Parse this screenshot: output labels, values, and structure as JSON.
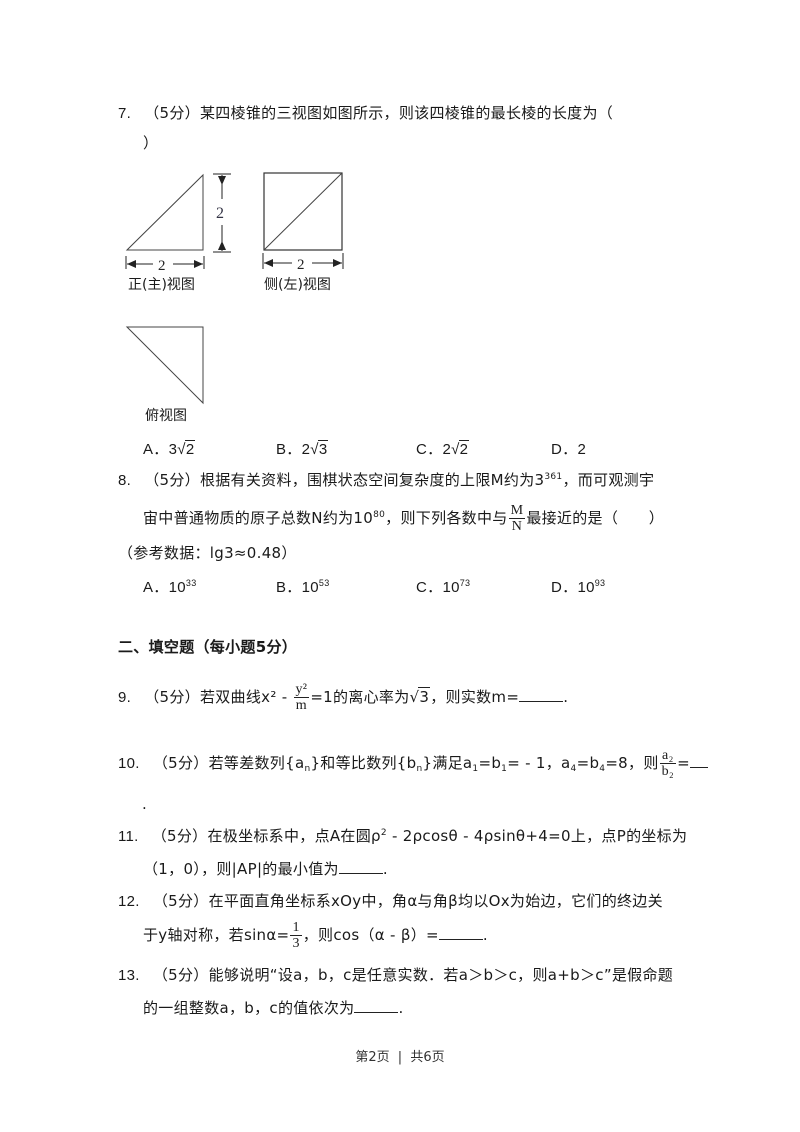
{
  "q7": {
    "number": "7.",
    "score": "（5分）",
    "stem": "某四棱锥的三视图如图所示，则该四棱锥的最长棱的长度为（",
    "stem_close": "）",
    "figures": {
      "front_view_label": "正(主)视图",
      "side_view_label": "侧(左)视图",
      "top_view_label": "俯视图",
      "front_width": "2",
      "front_height": "2",
      "side_width": "2"
    },
    "options": [
      {
        "letter": "A．",
        "coef": "3",
        "radicand": "2"
      },
      {
        "letter": "B．",
        "coef": "2",
        "radicand": "3"
      },
      {
        "letter": "C．",
        "coef": "2",
        "radicand": "2"
      },
      {
        "letter": "D．",
        "value": "2"
      }
    ]
  },
  "q8": {
    "number": "8.",
    "score": "（5分）",
    "line1_a": "根据有关资料，围棋状态空间复杂度的上限M约为3",
    "line1_exp": "361",
    "line1_b": "，而可观测宇",
    "line2_a": "宙中普通物质的原子总数N约为10",
    "line2_exp": "80",
    "line2_b": "，则下列各数中与",
    "frac_num": "M",
    "frac_den": "N",
    "line2_c": "最接近的是（　　）",
    "reference": "（参考数据：lg3≈0.48）",
    "options": [
      {
        "letter": "A．",
        "base": "10",
        "exp": "33"
      },
      {
        "letter": "B．",
        "base": "10",
        "exp": "53"
      },
      {
        "letter": "C．",
        "base": "10",
        "exp": "73"
      },
      {
        "letter": "D．",
        "base": "10",
        "exp": "93"
      }
    ]
  },
  "section2": {
    "heading": "二、填空题（每小题5分）"
  },
  "q9": {
    "number": "9.",
    "score": "（5分）",
    "text_a": "若双曲线x² - ",
    "frac_num": "y²",
    "frac_den": "m",
    "text_b": "=1的离心率为",
    "radicand": "3",
    "text_c": "，则实数m=",
    "end": "."
  },
  "q10": {
    "number": "10.",
    "score": "（5分）",
    "text_a": "若等差数列{a",
    "sub_n1": "n",
    "text_b": "}和等比数列{b",
    "sub_n2": "n",
    "text_c": "}满足a",
    "text_d": "=b",
    "text_e": "= - 1，a",
    "text_f": "=b",
    "text_g": "=8，则",
    "sub1": "1",
    "sub4": "4",
    "frac_num": "a₂",
    "frac_den": "b₂",
    "text_h": "=",
    "end": "."
  },
  "q11": {
    "number": "11.",
    "score": "（5分）",
    "line1_a": "在极坐标系中，点A在圆ρ",
    "line1_exp": "2",
    "line1_b": " - 2ρcosθ - 4ρsinθ+4=0上，点P的坐标为",
    "line2_a": "（1，0），则|AP|的最小值为",
    "end": "."
  },
  "q12": {
    "number": "12.",
    "score": "（5分）",
    "line1": "在平面直角坐标系xOy中，角α与角β均以Ox为始边，它们的终边关",
    "line2_a": "于y轴对称，若sinα=",
    "frac_num": "1",
    "frac_den": "3",
    "line2_b": "，则cos（α - β）=",
    "end": "."
  },
  "q13": {
    "number": "13.",
    "score": "（5分）",
    "line1": "能够说明“设a，b，c是任意实数．若a＞b＞c，则a+b＞c”是假命题",
    "line2_a": "的一组整数a，b，c的值依次为",
    "end": "."
  },
  "footer": {
    "page": "第2页",
    "separator": "|",
    "total": "共6页"
  }
}
